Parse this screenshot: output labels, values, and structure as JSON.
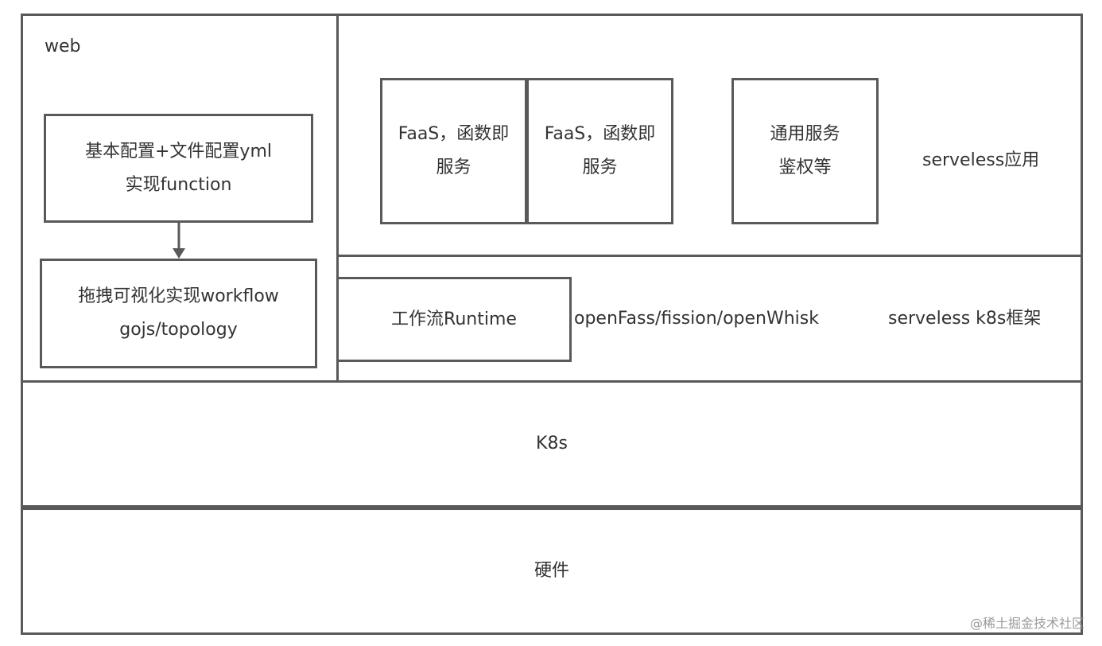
{
  "web": {
    "title": "web",
    "config_box": {
      "line1": "基本配置+文件配置yml",
      "line2": "实现function"
    },
    "workflow_box": {
      "line1": "拖拽可视化实现workflow",
      "line2": "gojs/topology"
    }
  },
  "serverless_app": {
    "label": "serveless应用",
    "faas_1": {
      "line1": "FaaS，函数即",
      "line2": "服务"
    },
    "faas_2": {
      "line1": "FaaS，函数即",
      "line2": "服务"
    },
    "common": {
      "line1": "通用服务",
      "line2": "鉴权等"
    }
  },
  "framework": {
    "runtime": "工作流Runtime",
    "implementations": "openFass/fission/openWhisk",
    "label": "serveless k8s框架"
  },
  "k8s": {
    "label": "K8s"
  },
  "hardware": {
    "label": "硬件"
  },
  "watermark": "@稀土掘金技术社区",
  "colors": {
    "border": "#595959",
    "text": "#333333",
    "watermark": "#9a9a9a"
  }
}
